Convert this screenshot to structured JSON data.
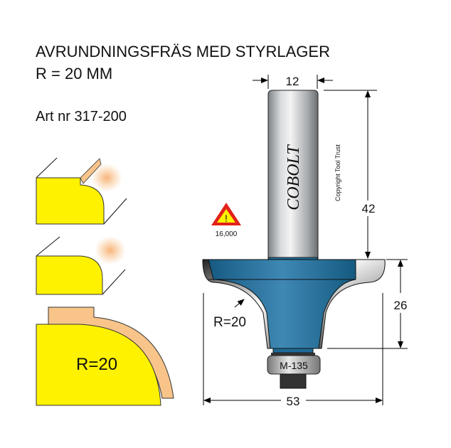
{
  "title": {
    "line1": "AVRUNDNINGSFRÄS MED STYRLAGER",
    "line2": "R = 20 MM",
    "article": "Art nr 317-200"
  },
  "profile_detail": {
    "radius_label": "R=20"
  },
  "bit": {
    "brand": "COBOLT",
    "copyright": "Copyright Tool Trust",
    "bearing_label": "M-135",
    "radius_label": "R=20"
  },
  "warning": {
    "icon": "warning-triangle-icon",
    "mark": "!",
    "max_rpm": "16,000"
  },
  "dimensions": {
    "shank_diameter": "12",
    "shank_length": "42",
    "cutting_height": "26",
    "cutting_diameter": "53"
  },
  "colors": {
    "yellow": "#fff200",
    "wood": "#f8c48a",
    "blue": "#1f6a96",
    "warning_red": "#e3201b"
  }
}
